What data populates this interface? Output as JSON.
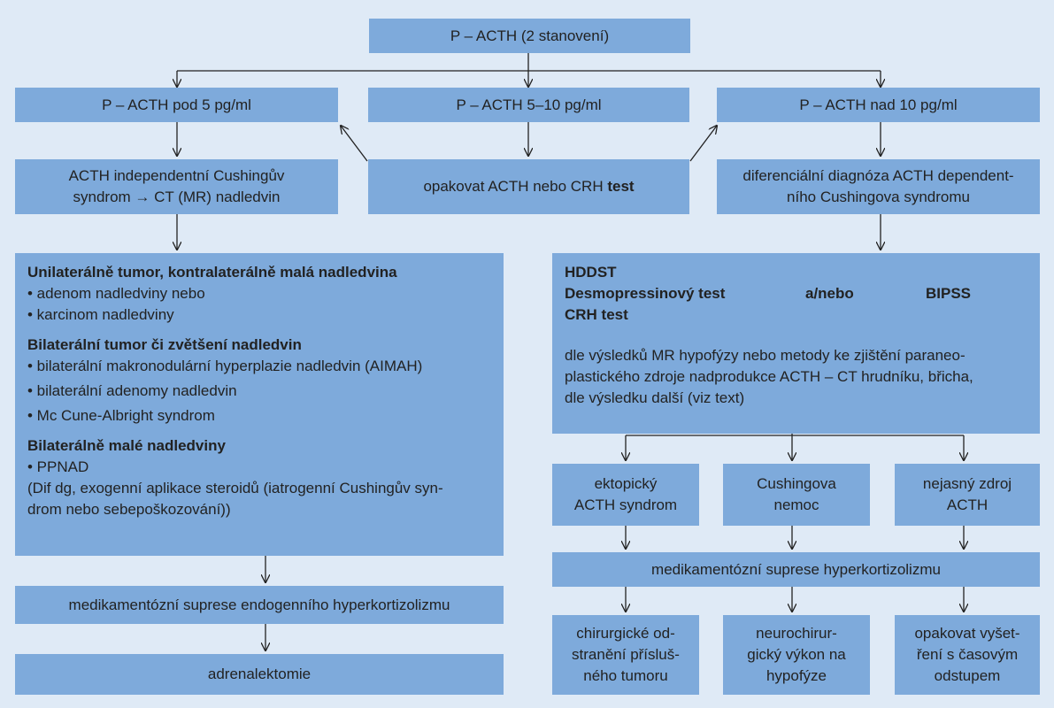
{
  "top": "P – ACTH (2 stanovení)",
  "level1": {
    "left": "P – ACTH pod 5 pg/ml",
    "middle": "P – ACTH 5–10 pg/ml",
    "right": "P – ACTH nad 10 pg/ml"
  },
  "level2": {
    "left_line1": "ACTH independentní Cushingův",
    "left_line2": "syndrom → CT (MR) nadledvin",
    "middle_text": "opakovat ACTH nebo CRH ",
    "middle_bold": "test",
    "right_line1": "diferenciální diagnóza ACTH dependent-",
    "right_line2": "ního Cushingova syndromu"
  },
  "left_panel": {
    "h1": "Unilaterálně tumor, kontralaterálně malá nadledvina",
    "h1_items": [
      "• adenom nadledviny nebo",
      "• karcinom nadledviny"
    ],
    "h2": "Bilaterální tumor či  zvětšení nadledvin",
    "h2_items": [
      "• bilaterální makronodulární hyperplazie nadledvin (AIMAH)",
      "• bilaterální adenomy nadledvin",
      "• Mc Cune-Albright syndrom"
    ],
    "h3": "Bilaterálně malé nadledviny",
    "h3_items": [
      "• PPNAD"
    ],
    "note_line1": "(Dif dg, exogenní aplikace steroidů (iatrogenní Cushingův syn-",
    "note_line2": "drom nebo sebepoškozování))"
  },
  "right_panel": {
    "t1": "HDDST",
    "t2": "Desmopressinový test",
    "t2_mid": "a/nebo",
    "t2_right": "BIPSS",
    "t3": "CRH test",
    "p_line1": "dle výsledků MR hypofýzy nebo metody ke zjištění paraneo-",
    "p_line2": "plastického zdroje nadprodukce ACTH – CT hrudníku, břicha,",
    "p_line3": "dle výsledku další (viz text)"
  },
  "left_bottom": {
    "supp": "medikamentózní suprese endogenního hyperkortizolizmu",
    "adrenal": "adrenalektomie"
  },
  "right_lower": {
    "src1_l1": "ektopický",
    "src1_l2": "ACTH syndrom",
    "src2_l1": "Cushingova",
    "src2_l2": "nemoc",
    "src3_l1": "nejasný zdroj",
    "src3_l2": "ACTH",
    "supp": "medikamentózní suprese hyperkortizolizmu",
    "out1_l1": "chirurgické od-",
    "out1_l2": "stranění přísluš-",
    "out1_l3": "ného tumoru",
    "out2_l1": "neurochirur-",
    "out2_l2": "gický výkon na",
    "out2_l3": "hypofýze",
    "out3_l1": "opakovat vyšet-",
    "out3_l2": "ření s časovým",
    "out3_l3": "odstupem"
  }
}
